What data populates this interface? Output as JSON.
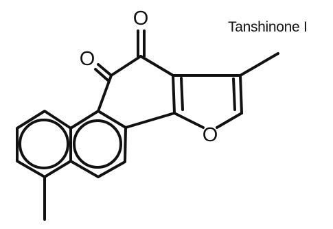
{
  "compound_name": "Tanshinone I",
  "atoms": {
    "carbonyl_oxygen_top": "O",
    "carbonyl_oxygen_left": "O",
    "furan_oxygen": "O"
  },
  "colors": {
    "stroke": "#111111",
    "background": "#ffffff"
  }
}
